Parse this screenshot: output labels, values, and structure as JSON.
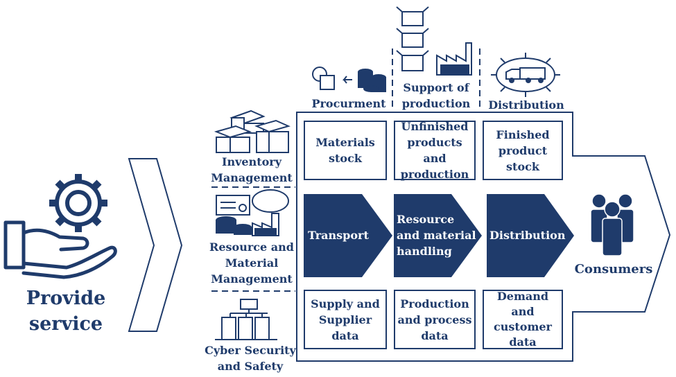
{
  "left": {
    "label_line1": "Provide",
    "label_line2": "service"
  },
  "functions": {
    "procurement": "Procurment",
    "support_line1": "Support of",
    "support_line2": "production",
    "distribution": "Distribution"
  },
  "management": {
    "inventory_line1": "Inventory",
    "inventory_line2": "Management",
    "resource_line1": "Resource and",
    "resource_line2": "Material",
    "resource_line3": "Management",
    "cyber_line1": "Cyber Security",
    "cyber_line2": "and Safety"
  },
  "top_boxes": {
    "materials_line1": "Materials",
    "materials_line2": "stock",
    "unfinished_line1": "Unfinished",
    "unfinished_line2": "products and",
    "unfinished_line3": "production",
    "finished_line1": "Finished",
    "finished_line2": "product",
    "finished_line3": "stock"
  },
  "flow": {
    "transport": "Transport",
    "resource_line1": "Resource",
    "resource_line2": "and material",
    "resource_line3": "handling",
    "distribution": "Distribution"
  },
  "bottom_boxes": {
    "supply_line1": "Supply and",
    "supply_line2": "Supplier",
    "supply_line3": "data",
    "production_line1": "Production",
    "production_line2": "and process",
    "production_line3": "data",
    "demand_line1": "Demand",
    "demand_line2": "and",
    "demand_line3": "customer",
    "demand_line4": "data"
  },
  "consumers": "Consumers",
  "colors": {
    "navy": "#1f3b6b",
    "white": "#ffffff"
  }
}
